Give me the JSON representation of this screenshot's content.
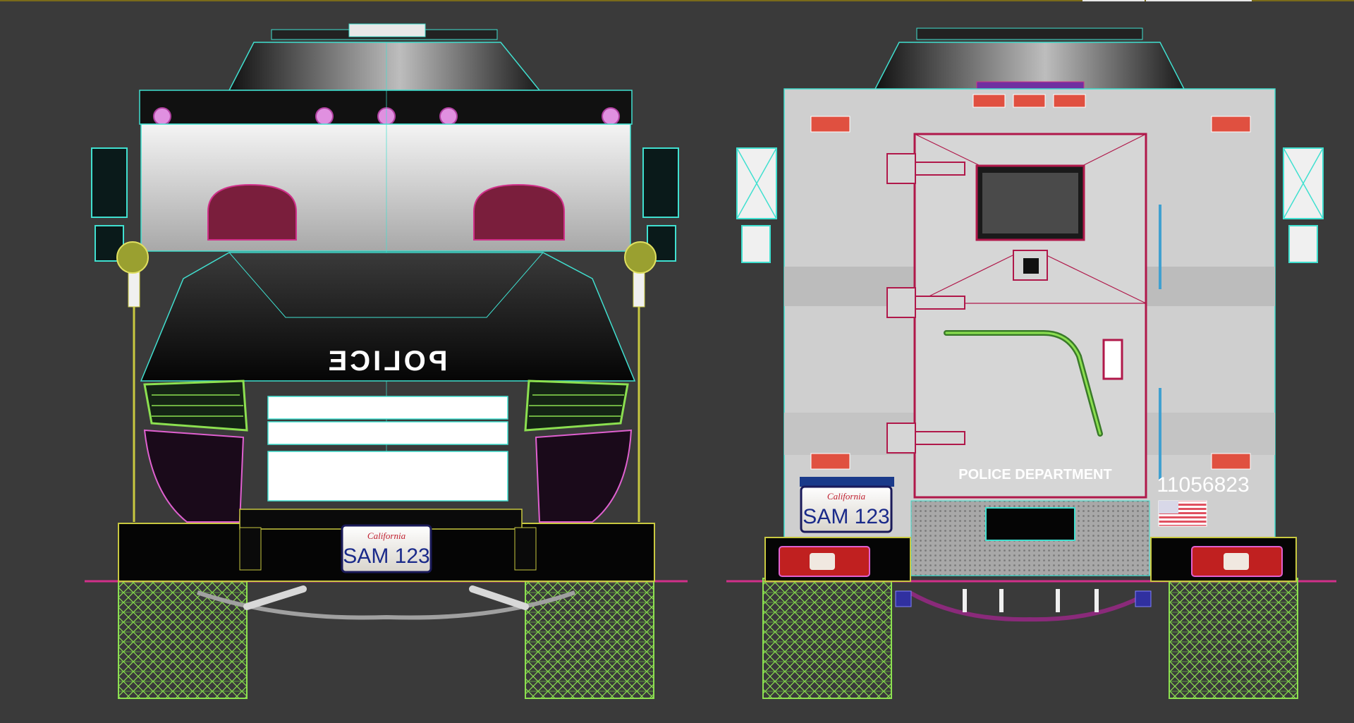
{
  "viewport": {
    "background": "#3a3a3a",
    "wire_colors": {
      "cyan": "#40e0d0",
      "green": "#8ce050",
      "magenta": "#d0308a",
      "pink": "#e060d0",
      "yellow": "#c8c840"
    }
  },
  "front_view": {
    "hood_text": "POLICE",
    "plate_state": "California",
    "plate_number": "SAM 123"
  },
  "rear_view": {
    "door_text": "POLICE DEPARTMENT",
    "unit_number": "11056823",
    "plate_state": "California",
    "plate_number": "SAM 123",
    "flag_icon": "us-flag-icon"
  }
}
